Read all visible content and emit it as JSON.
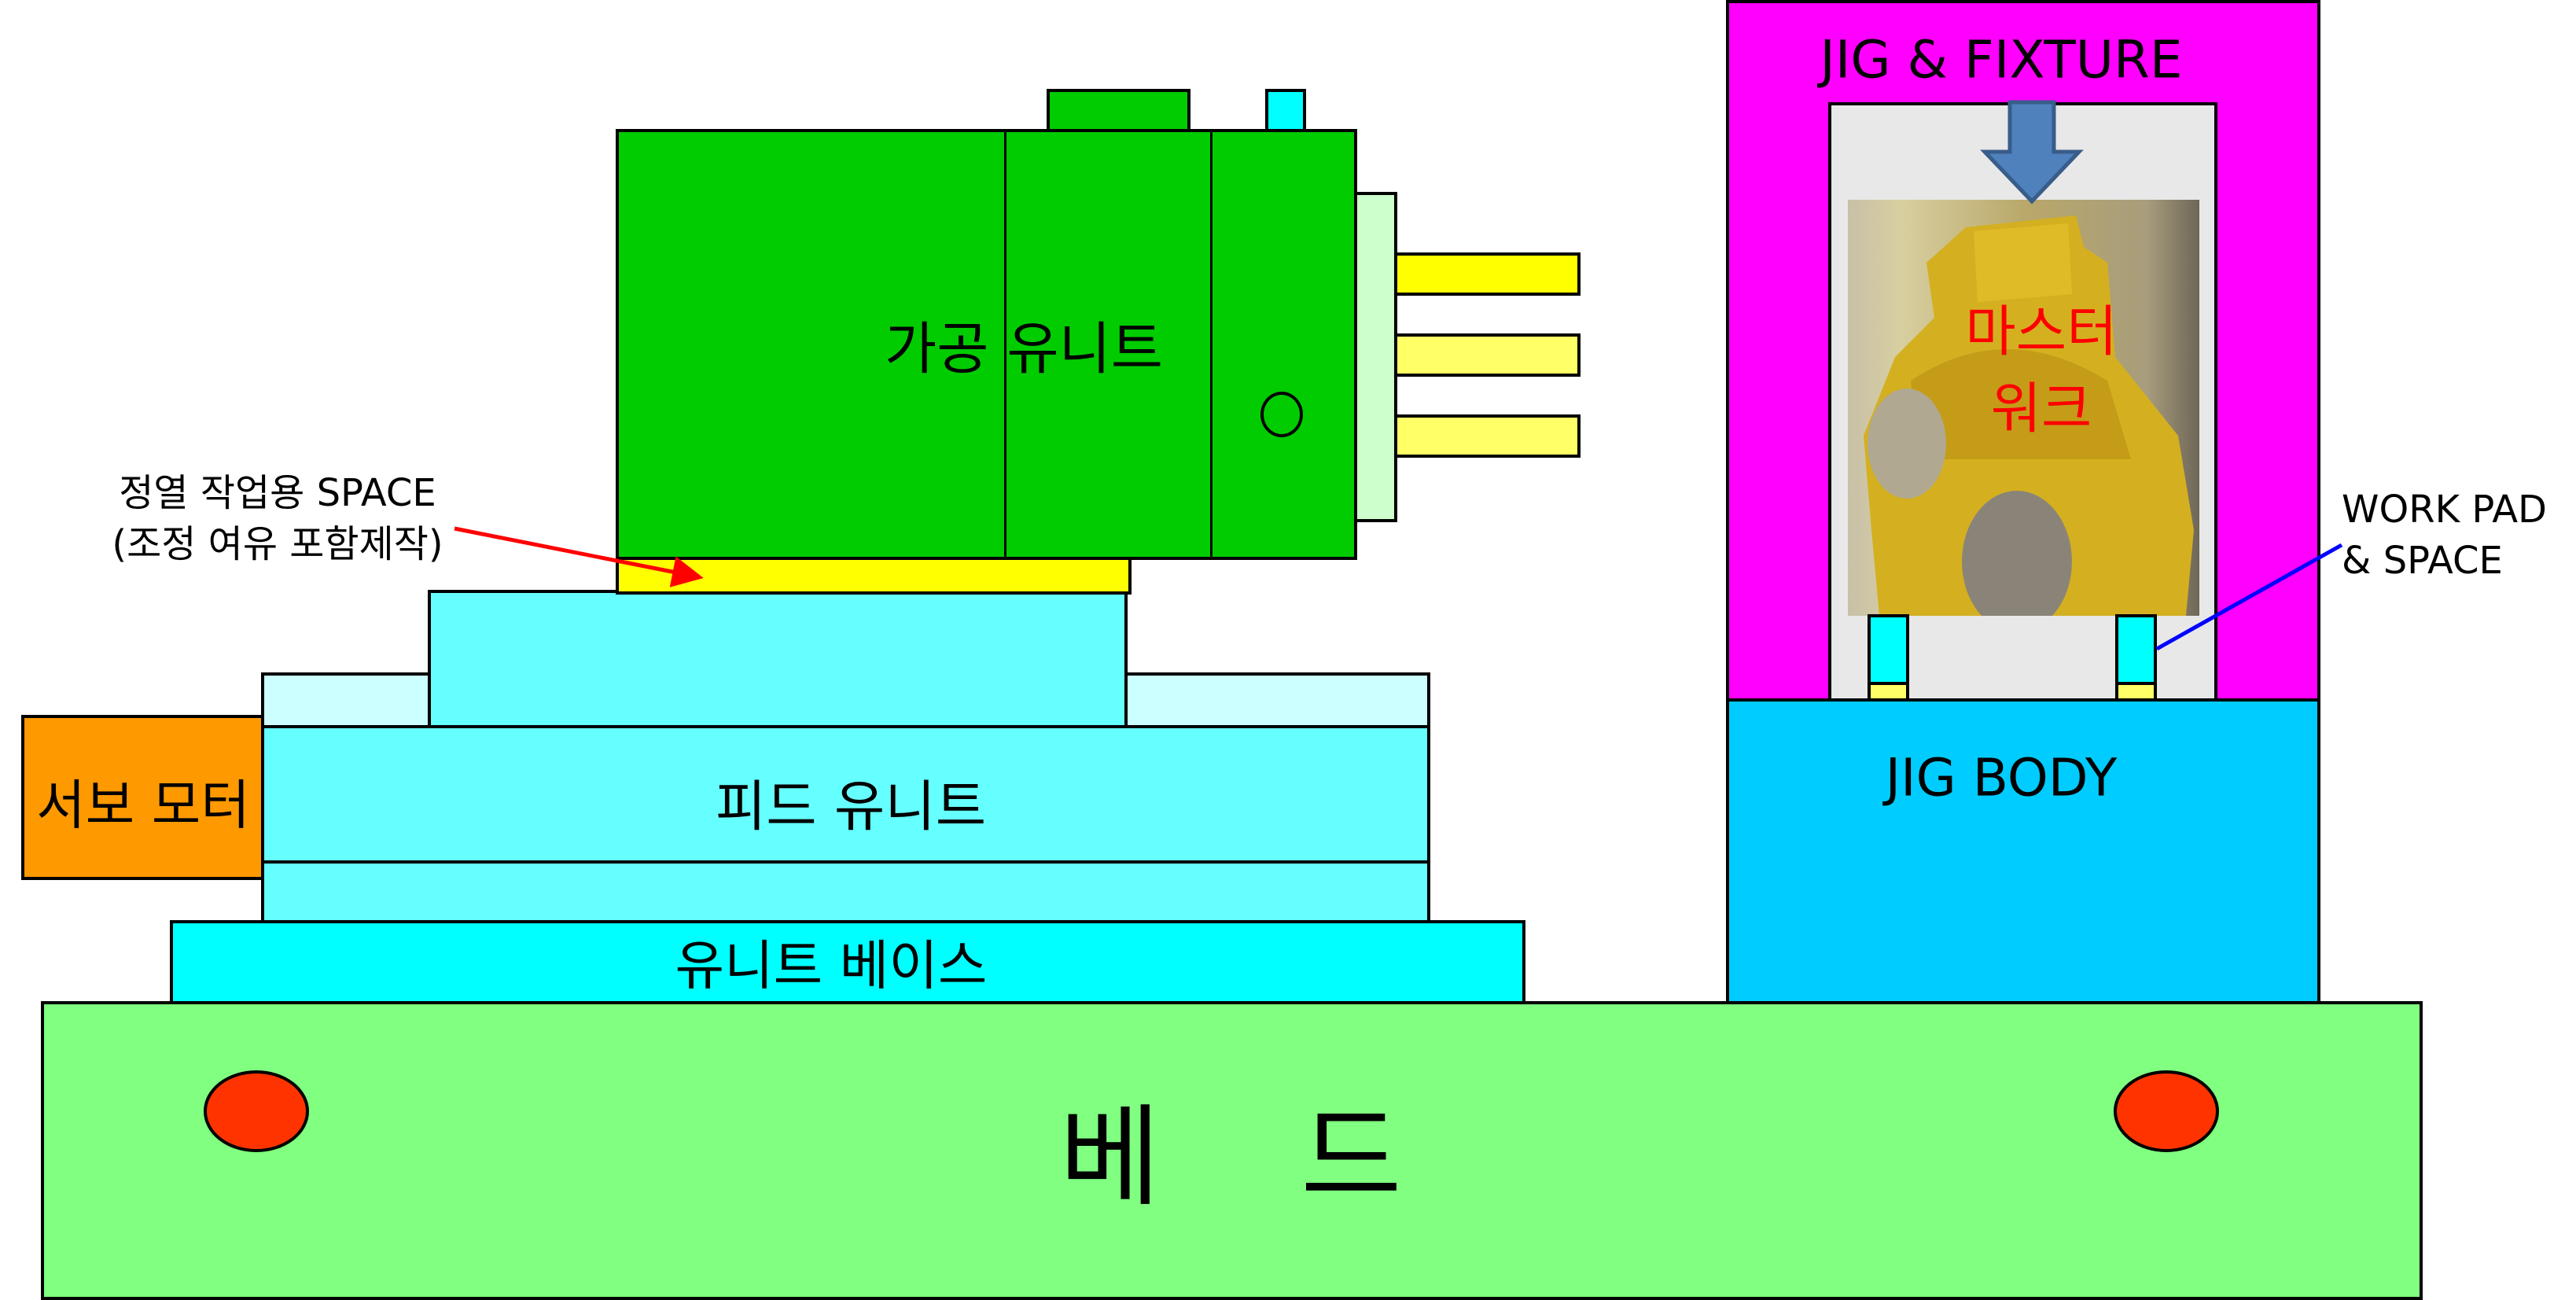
{
  "labels": {
    "bed": "베    드",
    "unit_base": "유니트 베이스",
    "feed_unit": "피드 유니트",
    "servo_motor": "서보 모터",
    "machining_unit": "가공 유니트",
    "alignment_note_line1": "정열 작업용 SPACE",
    "alignment_note_line2": "(조정 여유 포함제작)",
    "jig_fixture": "JIG & FIXTURE",
    "master_work_line1": "마스터",
    "master_work_line2": "워크",
    "work_pad_line1": "WORK PAD",
    "work_pad_line2": "& SPACE",
    "jig_body": "JIG BODY"
  },
  "colors": {
    "bed": "#80ff80",
    "unit_base": "#00ffff",
    "feed_unit": "#66ffff",
    "servo_motor": "#ff9900",
    "machining_unit": "#00cc00",
    "jig_fixture": "#ff00ff",
    "jig_body": "#00ccff",
    "arrow_red": "#ff0000",
    "leader_blue": "#0000ff"
  }
}
